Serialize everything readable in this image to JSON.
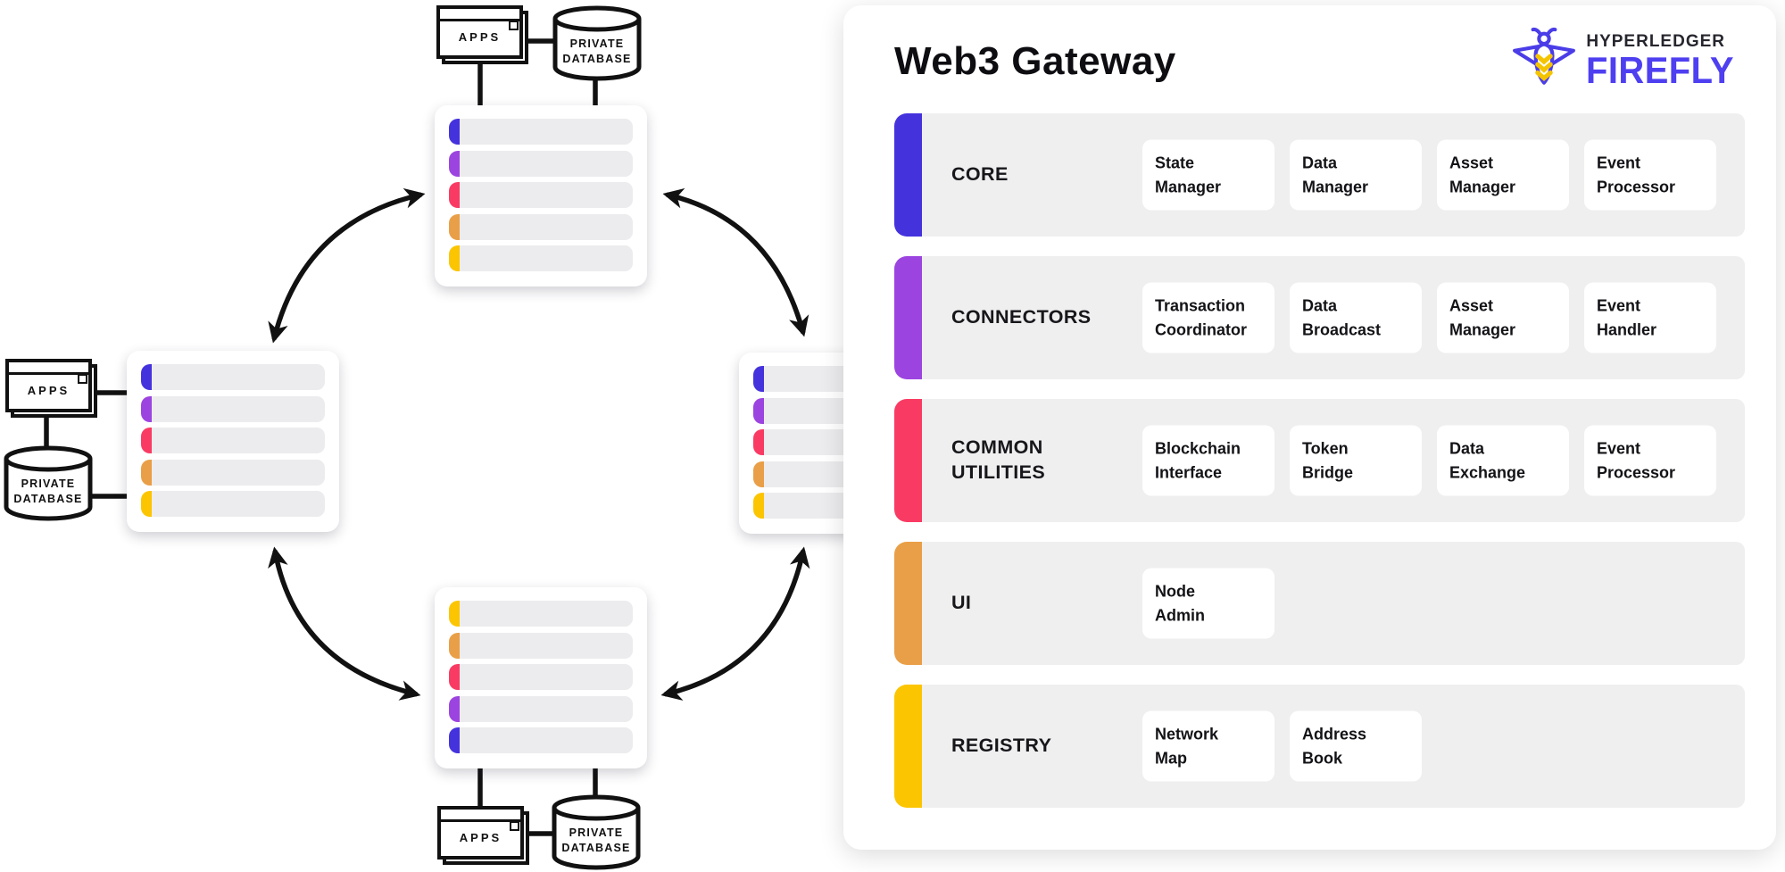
{
  "panel": {
    "title": "Web3 Gateway",
    "logo": {
      "top": "HYPERLEDGER",
      "bottom": "FIREFLY"
    },
    "rows": [
      {
        "id": "core",
        "label": "CORE",
        "color": "#4433dd",
        "cards": [
          "State Manager",
          "Data Manager",
          "Asset Manager",
          "Event Processor"
        ]
      },
      {
        "id": "connectors",
        "label": "CONNECTORS",
        "color": "#9c44e0",
        "cards": [
          "Transaction Coordinator",
          "Data Broadcast",
          "Asset Manager",
          "Event Handler"
        ]
      },
      {
        "id": "common-utilities",
        "label": "COMMON UTILITIES",
        "color": "#f93b63",
        "cards": [
          "Blockchain Interface",
          "Token Bridge",
          "Data Exchange",
          "Event Processor"
        ]
      },
      {
        "id": "ui",
        "label": "UI",
        "color": "#e99f47",
        "cards": [
          "Node Admin"
        ]
      },
      {
        "id": "registry",
        "label": "REGISTRY",
        "color": "#fcc502",
        "cards": [
          "Network Map",
          "Address Book"
        ]
      }
    ]
  },
  "diagram": {
    "apps_label": "APPS",
    "database_label": "PRIVATE DATABASE",
    "bar_colors": [
      "#4433dd",
      "#9c44e0",
      "#f93b63",
      "#e99f47",
      "#fcc502"
    ]
  },
  "colors": {
    "accent_indigo": "#4433dd",
    "accent_purple": "#9c44e0",
    "accent_pink": "#f93b63",
    "accent_orange": "#e99f47",
    "accent_yellow": "#fcc502",
    "firefly_brand": "#4e3ff0",
    "row_background": "#efeff0",
    "line_ink": "#111111"
  }
}
